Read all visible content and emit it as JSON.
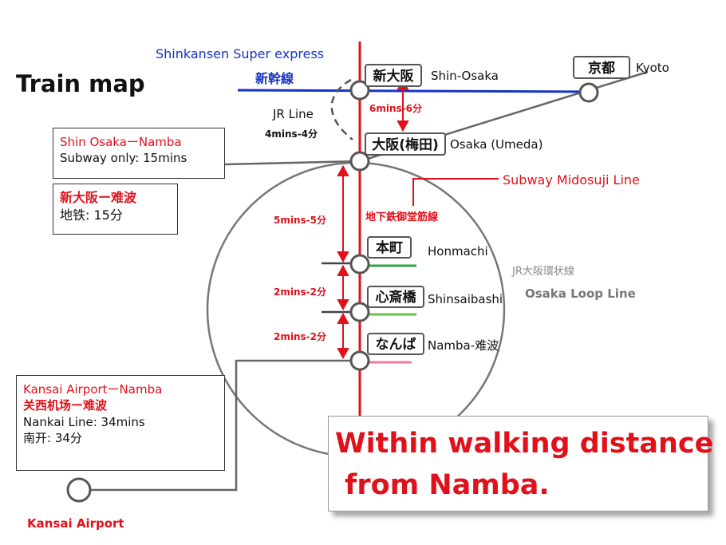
{
  "title": "Train map",
  "lines": {
    "shinkansen_en": "Shinkansen Super express",
    "shinkansen_jp": "新幹線",
    "jr_line": "JR Line",
    "jr_time": "4mins-4分",
    "midosuji_en": "Subway Midosuji Line",
    "midosuji_jp": "地下鉄御堂筋線",
    "loop_jp": "JR大阪環状線",
    "loop_en": "Osaka Loop Line"
  },
  "stations": [
    {
      "id": "kyoto",
      "sign": "京都",
      "label": "Kyoto"
    },
    {
      "id": "shin-osaka",
      "sign": "新大阪",
      "label": "Shin-Osaka"
    },
    {
      "id": "osaka-umeda",
      "sign": "大阪(梅田)",
      "label": "Osaka (Umeda)"
    },
    {
      "id": "honmachi",
      "sign": "本町",
      "label": "Honmachi"
    },
    {
      "id": "shinsaibashi",
      "sign": "心斎橋",
      "label": "Shinsaibashi"
    },
    {
      "id": "namba",
      "sign": "なんば",
      "label": "Namba-难波"
    }
  ],
  "times": {
    "shin_osaka_umeda": "6mins-6分",
    "umeda_honmachi": "5mins-5分",
    "honmachi_shinsaibashi": "2mins-2分",
    "shinsaibashi_namba": "2mins-2分"
  },
  "info_boxes": {
    "shin_osaka_namba": {
      "title": "Shin OsakaーNamba",
      "detail": "Subway only: 15mins"
    },
    "shin_osaka_namba_cn": {
      "title": "新大阪ー难波",
      "detail": "地铁: 15分"
    },
    "kansai_namba": {
      "title_en": "Kansai AirportーNamba",
      "title_cn": "关西机场ー难波",
      "detail_en": "Nankai Line: 34mins",
      "detail_cn": "南开: 34分"
    }
  },
  "kansai_airport": "Kansai Airport",
  "callout": {
    "line1": "Within walking distance",
    "line2": " from Namba."
  },
  "colors": {
    "midosuji": "#e0111a",
    "shinkansen": "#1533c4",
    "jr": "#666666",
    "loop": "#777777",
    "honmachi_bar": "#33a04a",
    "shinsaibashi_bar": "#6bc04a",
    "namba_bar": "#f07aa0"
  }
}
